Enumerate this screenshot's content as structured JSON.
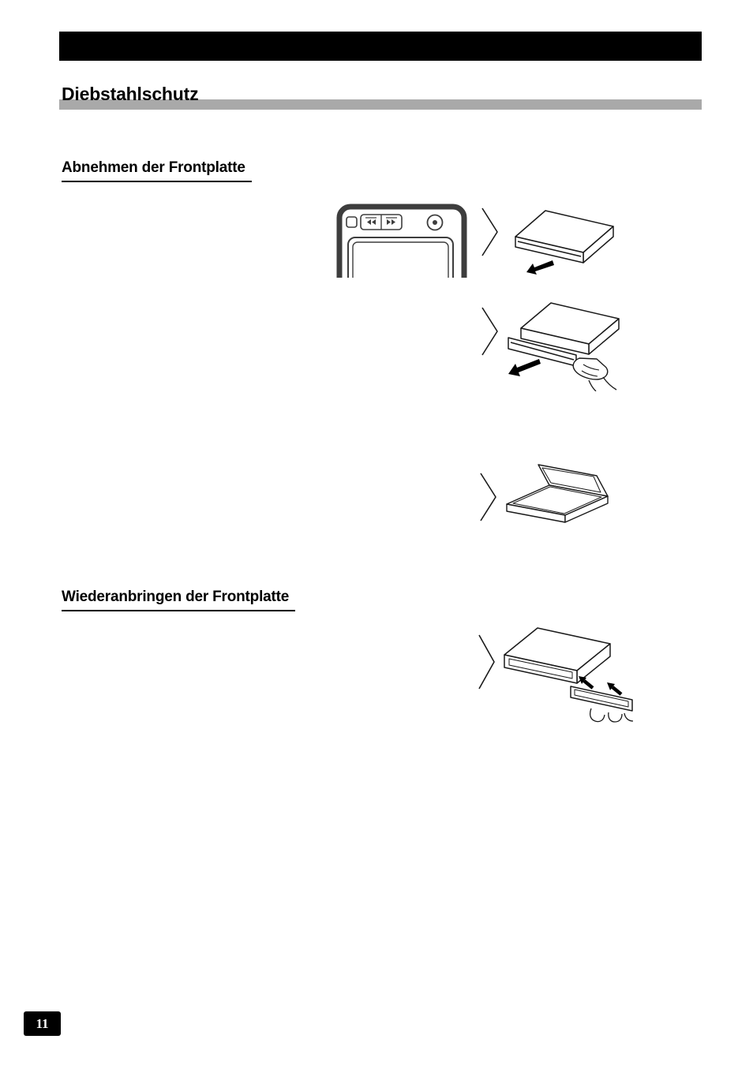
{
  "page": {
    "number": "11"
  },
  "content": {
    "section_title": "Diebstahlschutz",
    "subsection_1": "Abnehmen der Frontplatte",
    "subsection_2": "Wiederanbringen der Frontplatte"
  },
  "figures": {
    "panel_closeup": "front-panel-release-button-closeup",
    "step_arrow": "step-indicator-arrow",
    "release_step": "faceplate-release-from-unit",
    "removal_step": "faceplate-removal-by-hand",
    "case_step": "faceplate-protective-case",
    "attach_step": "faceplate-reattachment-by-hand"
  },
  "colors": {
    "header_bar": "#000000",
    "section_rule": "#a9a9a9",
    "line_art": "#1a1a1a",
    "page_number_bg": "#000000",
    "page_number_fg": "#ffffff"
  }
}
